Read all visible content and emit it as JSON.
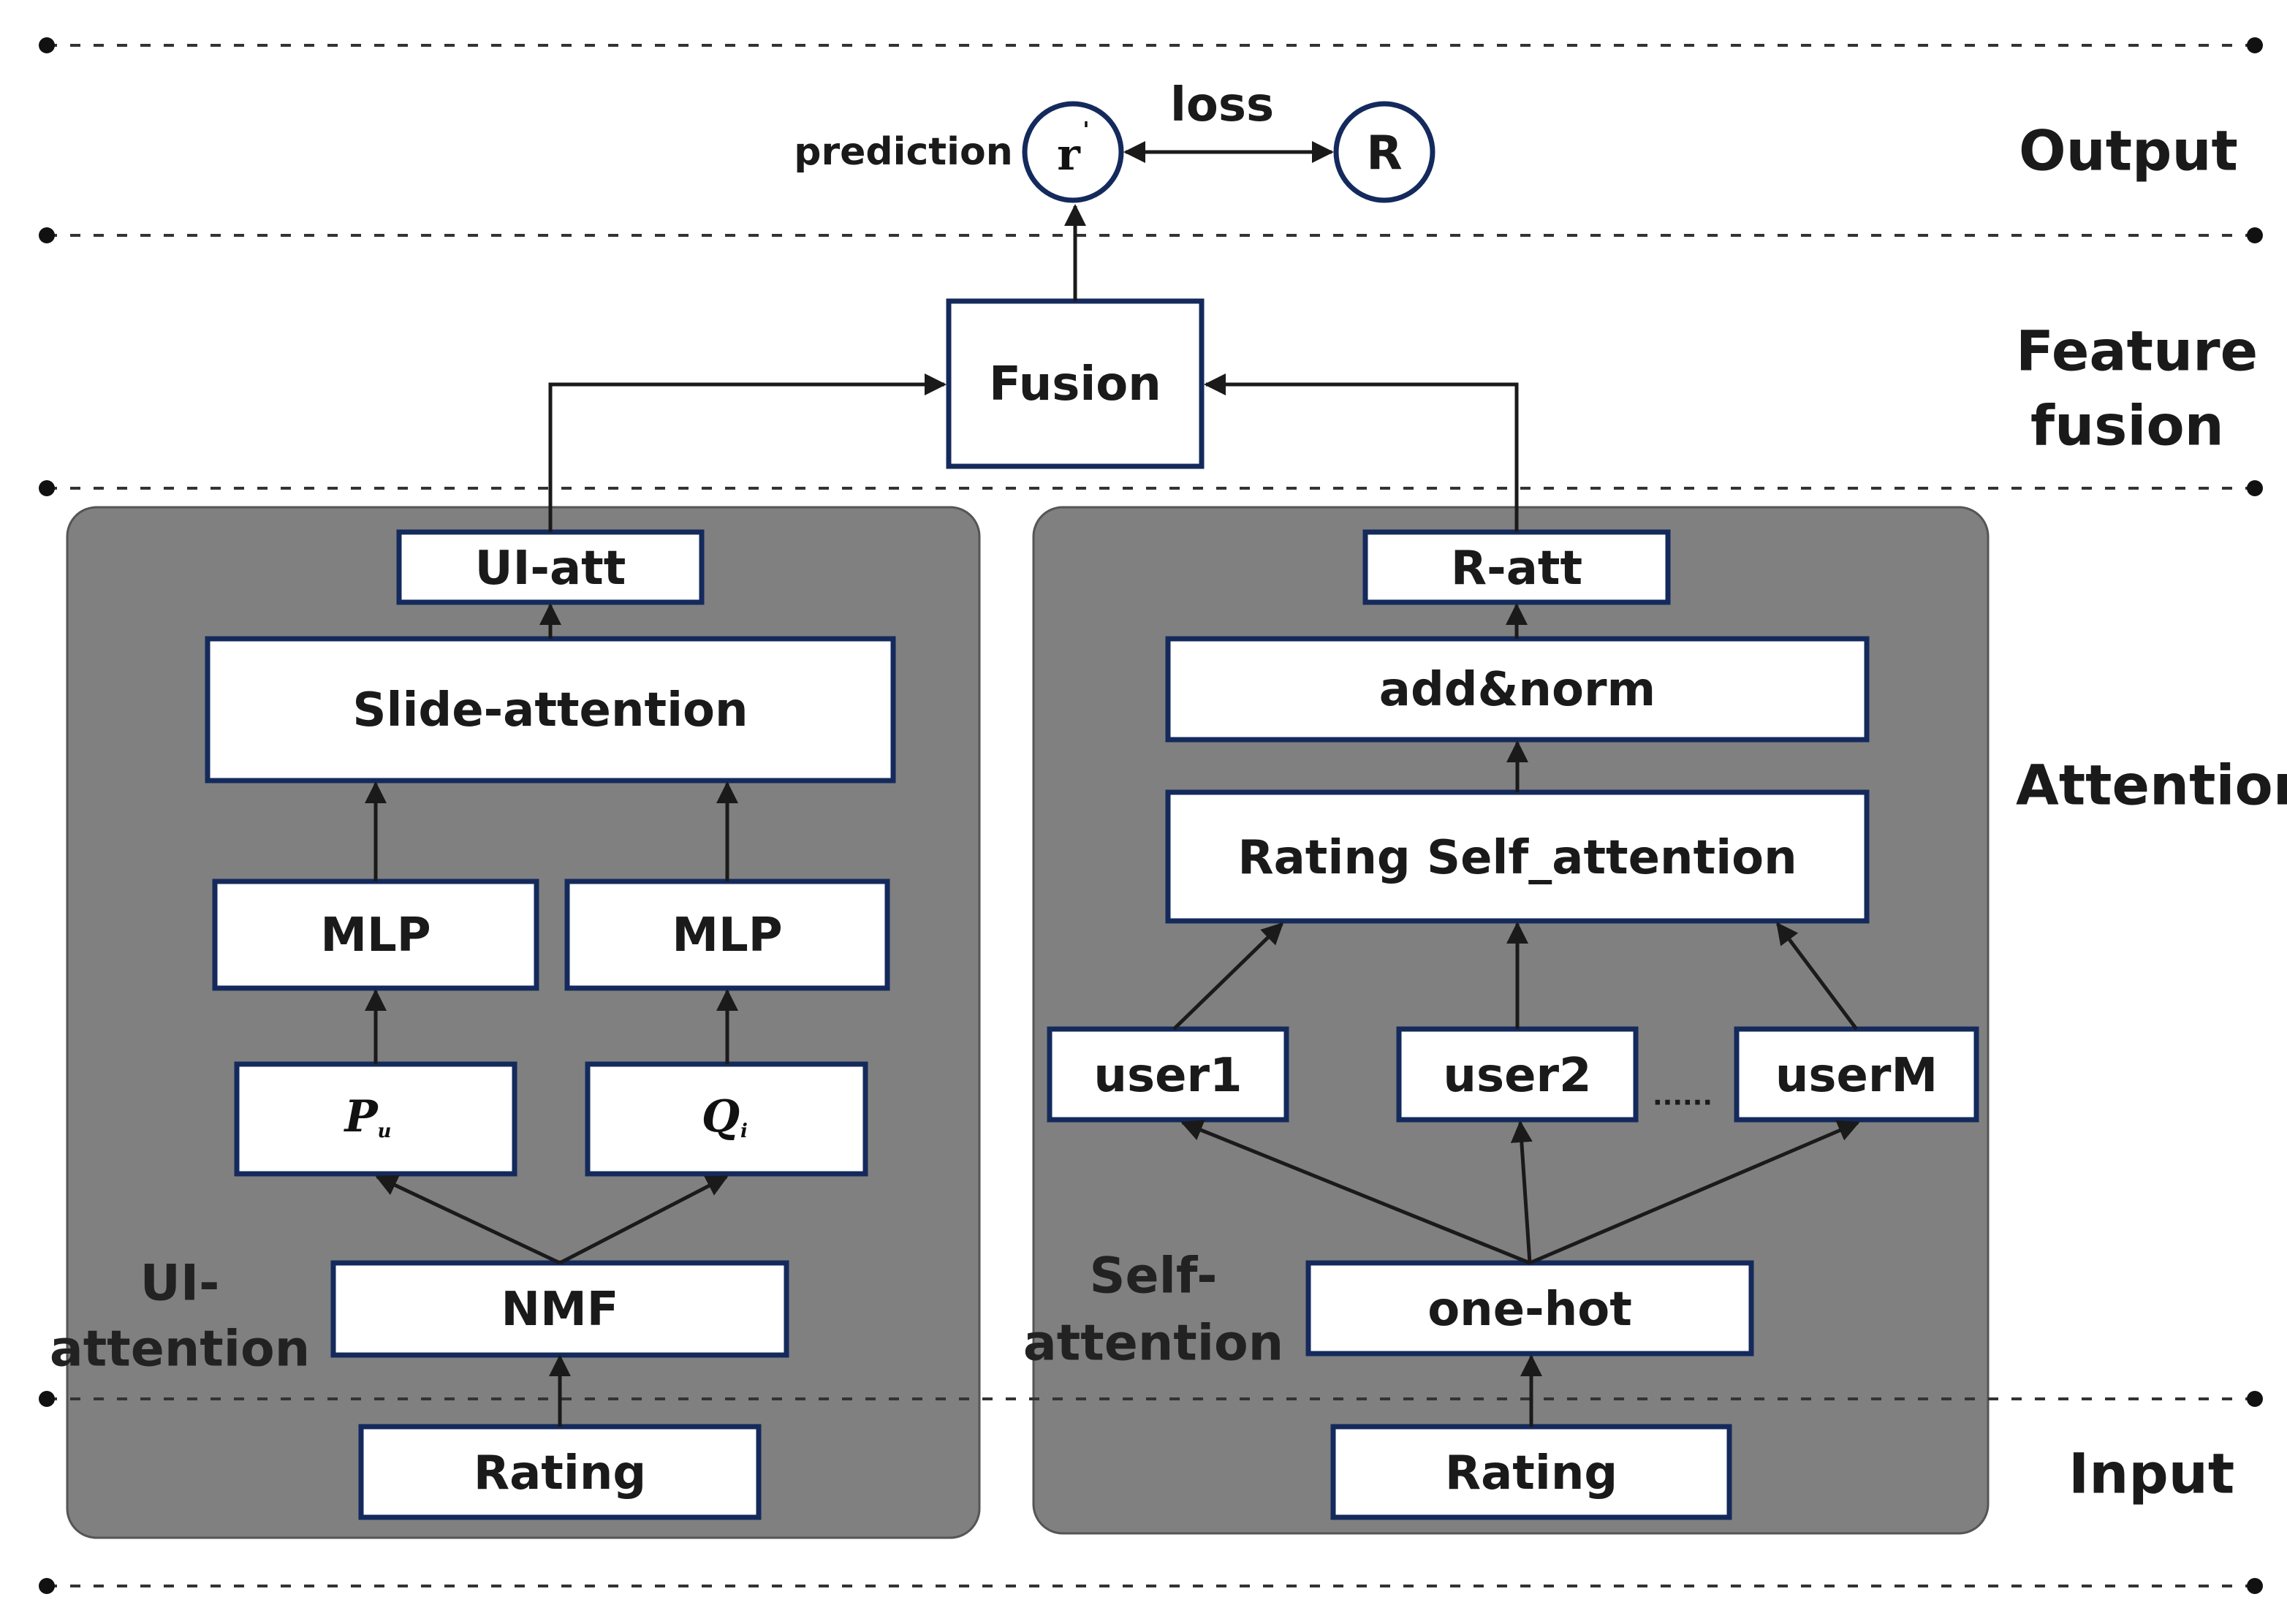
{
  "layers": {
    "output": "Output",
    "feature_fusion_line1": "Feature",
    "feature_fusion_line2": "fusion",
    "attention": "Attention",
    "input": "Input"
  },
  "output": {
    "prediction_label": "prediction",
    "r_prime": "r",
    "r_prime_mark": "'",
    "R": "R",
    "loss": "loss"
  },
  "fusion": "Fusion",
  "left_panel": {
    "title_line1": "UI-",
    "title_line2": "attention",
    "ui_att": "UI-att",
    "slide_attention": "Slide-attention",
    "mlp_left": "MLP",
    "mlp_right": "MLP",
    "p_main": "P",
    "p_sub": "u",
    "q_main": "Q",
    "q_sub": "i",
    "nmf": "NMF",
    "rating": "Rating"
  },
  "right_panel": {
    "title_line1": "Self-",
    "title_line2": "attention",
    "r_att": "R-att",
    "add_norm": "add&norm",
    "rating_self_attention": "Rating Self_attention",
    "user1": "user1",
    "user2": "user2",
    "ellipsis": "......",
    "userM": "userM",
    "one_hot": "one-hot",
    "rating": "Rating"
  }
}
